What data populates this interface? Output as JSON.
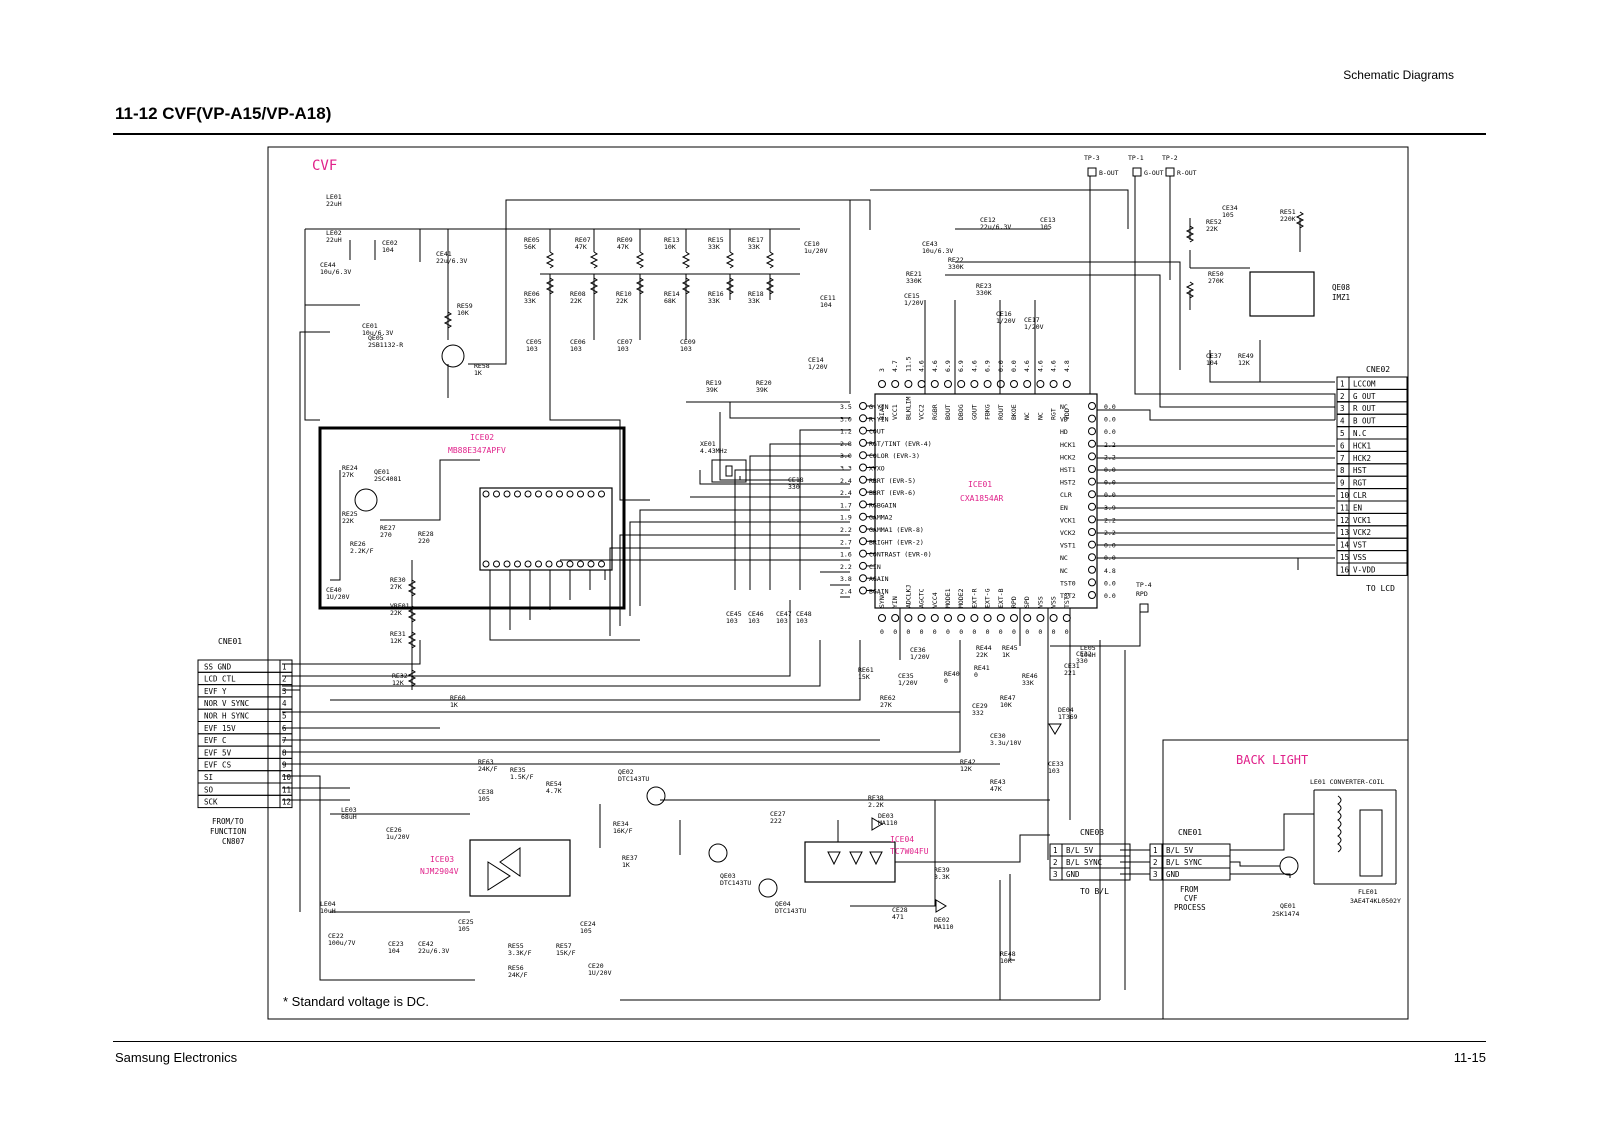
{
  "header": {
    "section_label": "Schematic Diagrams",
    "title": "11-12   CVF(VP-A15/VP-A18)"
  },
  "footer": {
    "company": "Samsung Electronics",
    "page": "11-15"
  },
  "diagram": {
    "block_title": "CVF",
    "note": "* Standard voltage is DC.",
    "ics": {
      "ice01": {
        "ref": "ICE01",
        "part": "CXA1854AR"
      },
      "ice02": {
        "ref": "ICE02",
        "part": "MB88E347APFV"
      },
      "ice03": {
        "ref": "ICE03",
        "part": "NJM2904V"
      },
      "ice04": {
        "ref": "ICE04",
        "part": "TC7W04FU"
      },
      "qe08": {
        "ref": "QE08",
        "part": "IMZ1"
      }
    },
    "ice01_left_pins": [
      {
        "v": "3.5",
        "name": "G-YIN"
      },
      {
        "v": "3.0",
        "name": "R-YIN"
      },
      {
        "v": "1.2",
        "name": "COUT"
      },
      {
        "v": "2.8",
        "name": "RGT/TINT  (EVR-4)"
      },
      {
        "v": "3.0",
        "name": "COLOR  (EVR-3)"
      },
      {
        "v": "3.3",
        "name": "XVXO"
      },
      {
        "v": "2.4",
        "name": "RBRT  (EVR-5)"
      },
      {
        "v": "2.4",
        "name": "BBRT  (EVR-6)"
      },
      {
        "v": "1.7",
        "name": "RGBGAIN"
      },
      {
        "v": "1.9",
        "name": "GAMMA2"
      },
      {
        "v": "2.2",
        "name": "GAMMA1  (EVR-8)"
      },
      {
        "v": "2.7",
        "name": "BRIGHT  (EVR-2)"
      },
      {
        "v": "1.6",
        "name": "CONTRAST  (EVR-0)"
      },
      {
        "v": "2.2",
        "name": "CIN"
      },
      {
        "v": "3.8",
        "name": "AGAIN"
      },
      {
        "v": "2.4",
        "name": "BGAIN"
      }
    ],
    "ice01_right_pins": [
      {
        "name": "NC",
        "v": "0.0"
      },
      {
        "name": "VD",
        "v": "0.0"
      },
      {
        "name": "HD",
        "v": "0.0"
      },
      {
        "name": "HCK1",
        "v": "2.2"
      },
      {
        "name": "HCK2",
        "v": "2.2"
      },
      {
        "name": "HST1",
        "v": "0.0"
      },
      {
        "name": "HST2",
        "v": "0.0"
      },
      {
        "name": "CLR",
        "v": "0.0"
      },
      {
        "name": "EN",
        "v": "3.9"
      },
      {
        "name": "VCK1",
        "v": "2.2"
      },
      {
        "name": "VCK2",
        "v": "2.2"
      },
      {
        "name": "VST1",
        "v": "0.0"
      },
      {
        "name": "NC",
        "v": "0.0"
      },
      {
        "name": "NC",
        "v": "4.8"
      },
      {
        "name": "TST0",
        "v": "0.0"
      },
      {
        "name": "TST2",
        "v": "0.0"
      }
    ],
    "ice01_top_pins": [
      {
        "v": "3",
        "name": "BIAS"
      },
      {
        "v": "4.7",
        "name": "VCC1"
      },
      {
        "v": "11.5",
        "name": "BLKLIM"
      },
      {
        "v": "4.6",
        "name": "VCC2"
      },
      {
        "v": "4.6",
        "name": "RGBR"
      },
      {
        "v": "6.9",
        "name": "BOUT"
      },
      {
        "v": "6.9",
        "name": "DBOG"
      },
      {
        "v": "4.6",
        "name": "GOUT"
      },
      {
        "v": "6.9",
        "name": "FBKG"
      },
      {
        "v": "0.0",
        "name": "ROUT"
      },
      {
        "v": "0.0",
        "name": "BKOE"
      },
      {
        "v": "4.6",
        "name": "NC"
      },
      {
        "v": "4.6",
        "name": "NC"
      },
      {
        "v": "4.6",
        "name": "RGT"
      },
      {
        "v": "4.8",
        "name": "VDD"
      }
    ],
    "ice01_bottom_pins": [
      {
        "v": "0",
        "name": "SYNC"
      },
      {
        "v": "0",
        "name": "YIN"
      },
      {
        "v": "0",
        "name": "ADCLKJ"
      },
      {
        "v": "0",
        "name": "AGCTC"
      },
      {
        "v": "0",
        "name": "VCC4"
      },
      {
        "v": "0",
        "name": "MODE1"
      },
      {
        "v": "0",
        "name": "MODE2"
      },
      {
        "v": "0",
        "name": "EXT-R"
      },
      {
        "v": "0",
        "name": "EXT-G"
      },
      {
        "v": "0",
        "name": "EXT-B"
      },
      {
        "v": "0",
        "name": "RPD"
      },
      {
        "v": "0",
        "name": "SPD"
      },
      {
        "v": "0",
        "name": "VSS"
      },
      {
        "v": "0",
        "name": "VSS"
      },
      {
        "v": "0",
        "name": "TST3"
      }
    ],
    "cne01": {
      "title": "CNE01",
      "from_label": "FROM/TO\nFUNCTION\nCN807",
      "pins": [
        {
          "n": "1",
          "name": "SS GND"
        },
        {
          "n": "2",
          "name": "LCD CTL"
        },
        {
          "n": "3",
          "name": "EVF Y"
        },
        {
          "n": "4",
          "name": "NOR V SYNC"
        },
        {
          "n": "5",
          "name": "NOR H SYNC"
        },
        {
          "n": "6",
          "name": "EVF 15V"
        },
        {
          "n": "7",
          "name": "EVF C"
        },
        {
          "n": "8",
          "name": "EVF 5V"
        },
        {
          "n": "9",
          "name": "EVF CS"
        },
        {
          "n": "10",
          "name": "SI"
        },
        {
          "n": "11",
          "name": "SO"
        },
        {
          "n": "12",
          "name": "SCK"
        }
      ]
    },
    "cne02": {
      "title": "CNE02",
      "to_label": "TO LCD",
      "pins": [
        {
          "n": "1",
          "name": "LCCOM"
        },
        {
          "n": "2",
          "name": "G OUT"
        },
        {
          "n": "3",
          "name": "R OUT"
        },
        {
          "n": "4",
          "name": "B OUT"
        },
        {
          "n": "5",
          "name": "N.C"
        },
        {
          "n": "6",
          "name": "HCK1"
        },
        {
          "n": "7",
          "name": "HCK2"
        },
        {
          "n": "8",
          "name": "HST"
        },
        {
          "n": "9",
          "name": "RGT"
        },
        {
          "n": "10",
          "name": "CLR"
        },
        {
          "n": "11",
          "name": "EN"
        },
        {
          "n": "12",
          "name": "VCK1"
        },
        {
          "n": "13",
          "name": "VCK2"
        },
        {
          "n": "14",
          "name": "VST"
        },
        {
          "n": "15",
          "name": "VSS"
        },
        {
          "n": "16",
          "name": "V-VDD"
        }
      ]
    },
    "cne03": {
      "title": "CNE03",
      "to_label": "TO B/L",
      "pins": [
        {
          "n": "1",
          "name": "B/L 5V"
        },
        {
          "n": "2",
          "name": "B/L SYNC"
        },
        {
          "n": "3",
          "name": "GND"
        }
      ]
    },
    "backlight": {
      "title": "BACK LIGHT",
      "cne01_title": "CNE01",
      "from_label": "FROM\nCVF\nPROCESS",
      "pins": [
        {
          "n": "1",
          "name": "B/L 5V"
        },
        {
          "n": "2",
          "name": "B/L SYNC"
        },
        {
          "n": "3",
          "name": "GND"
        }
      ],
      "le01": "LE01  CONVERTER-COIL",
      "qe01": "QE01\n2SK1474",
      "fle01": "FLE01\n3AE4T4KL0502Y"
    },
    "test_points": [
      {
        "name": "TP-3",
        "label": "B-OUT"
      },
      {
        "name": "TP-1",
        "label": "G-OUT"
      },
      {
        "name": "TP-2",
        "label": "R-OUT"
      },
      {
        "name": "TP-4",
        "label": "RPD"
      }
    ],
    "components": [
      {
        "ref": "LE01",
        "val": "22uH"
      },
      {
        "ref": "LE02",
        "val": "22uH"
      },
      {
        "ref": "CE02",
        "val": "104"
      },
      {
        "ref": "CE44",
        "val": "10u/6.3V"
      },
      {
        "ref": "CE41",
        "val": "22u/6.3V"
      },
      {
        "ref": "CE01",
        "val": "10u/6.3V"
      },
      {
        "ref": "RE59",
        "val": "10K"
      },
      {
        "ref": "QE05",
        "val": "2SB1132-R"
      },
      {
        "ref": "RE58",
        "val": "1K"
      },
      {
        "ref": "RE05",
        "val": "56K"
      },
      {
        "ref": "RE06",
        "val": "33K"
      },
      {
        "ref": "RE07",
        "val": "47K"
      },
      {
        "ref": "RE08",
        "val": "22K"
      },
      {
        "ref": "RE09",
        "val": "47K"
      },
      {
        "ref": "RE10",
        "val": "22K"
      },
      {
        "ref": "RE13",
        "val": "10K"
      },
      {
        "ref": "RE14",
        "val": "68K"
      },
      {
        "ref": "RE15",
        "val": "33K"
      },
      {
        "ref": "RE16",
        "val": "33K"
      },
      {
        "ref": "RE17",
        "val": "33K"
      },
      {
        "ref": "RE18",
        "val": "33K"
      },
      {
        "ref": "CE10",
        "val": "1u/20V"
      },
      {
        "ref": "CE11",
        "val": "104"
      },
      {
        "ref": "CE05",
        "val": "103"
      },
      {
        "ref": "CE06",
        "val": "103"
      },
      {
        "ref": "CE07",
        "val": "103"
      },
      {
        "ref": "CE09",
        "val": "103"
      },
      {
        "ref": "RE19",
        "val": "39K"
      },
      {
        "ref": "RE20",
        "val": "39K"
      },
      {
        "ref": "CE43",
        "val": "10u/6.3V"
      },
      {
        "ref": "CE12",
        "val": "22u/6.3V"
      },
      {
        "ref": "CE13",
        "val": "105"
      },
      {
        "ref": "RE22",
        "val": "330K"
      },
      {
        "ref": "RE21",
        "val": "330K"
      },
      {
        "ref": "RE23",
        "val": "330K"
      },
      {
        "ref": "CE15",
        "val": "1/20V"
      },
      {
        "ref": "CE16",
        "val": "1/20V"
      },
      {
        "ref": "CE17",
        "val": "1/20V"
      },
      {
        "ref": "CE14",
        "val": "1/20V"
      },
      {
        "ref": "XE01",
        "val": "4.43MHz"
      },
      {
        "ref": "CE18",
        "val": "330"
      },
      {
        "ref": "CE45",
        "val": "103"
      },
      {
        "ref": "CE46",
        "val": "103"
      },
      {
        "ref": "CE47",
        "val": "103"
      },
      {
        "ref": "CE48",
        "val": "103"
      },
      {
        "ref": "CE34",
        "val": "105"
      },
      {
        "ref": "RE52",
        "val": "22K"
      },
      {
        "ref": "RE51",
        "val": "220K"
      },
      {
        "ref": "RE50",
        "val": "270K"
      },
      {
        "ref": "CE37",
        "val": "104"
      },
      {
        "ref": "RE49",
        "val": "12K"
      },
      {
        "ref": "RE24",
        "val": "27K"
      },
      {
        "ref": "QE01",
        "val": "2SC4081"
      },
      {
        "ref": "RE25",
        "val": "22K"
      },
      {
        "ref": "RE26",
        "val": "2.2K/F"
      },
      {
        "ref": "RE27",
        "val": "270"
      },
      {
        "ref": "RE28",
        "val": "220"
      },
      {
        "ref": "CE40",
        "val": "1U/20V"
      },
      {
        "ref": "RE30",
        "val": "27K"
      },
      {
        "ref": "VRE01",
        "val": "22K"
      },
      {
        "ref": "RE31",
        "val": "12K"
      },
      {
        "ref": "RE32",
        "val": "12K"
      },
      {
        "ref": "RE60",
        "val": "1K"
      },
      {
        "ref": "RE61",
        "val": "15K"
      },
      {
        "ref": "CE35",
        "val": "1/20V"
      },
      {
        "ref": "CE36",
        "val": "1/20V"
      },
      {
        "ref": "RE40",
        "val": "0"
      },
      {
        "ref": "RE41",
        "val": "0"
      },
      {
        "ref": "RE44",
        "val": "22K"
      },
      {
        "ref": "RE45",
        "val": "1K"
      },
      {
        "ref": "RE46",
        "val": "33K"
      },
      {
        "ref": "RE47",
        "val": "10K"
      },
      {
        "ref": "CE29",
        "val": "332"
      },
      {
        "ref": "CE31",
        "val": "221"
      },
      {
        "ref": "CE32",
        "val": "330"
      },
      {
        "ref": "LE05",
        "val": "10uH"
      },
      {
        "ref": "DE04",
        "val": "1T369"
      },
      {
        "ref": "CE30",
        "val": "3.3u/10V"
      },
      {
        "ref": "CE33",
        "val": "103"
      },
      {
        "ref": "RE42",
        "val": "12K"
      },
      {
        "ref": "RE43",
        "val": "47K"
      },
      {
        "ref": "RE62",
        "val": "27K"
      },
      {
        "ref": "RE63",
        "val": "24K/F"
      },
      {
        "ref": "RE35",
        "val": "1.5K/F"
      },
      {
        "ref": "CE38",
        "val": "105"
      },
      {
        "ref": "RE54",
        "val": "4.7K"
      },
      {
        "ref": "QE02",
        "val": "DTC143TU"
      },
      {
        "ref": "RE34",
        "val": "16K/F"
      },
      {
        "ref": "RE37",
        "val": "1K"
      },
      {
        "ref": "CE27",
        "val": "222"
      },
      {
        "ref": "RE38",
        "val": "2.2K"
      },
      {
        "ref": "DE03",
        "val": "MA110"
      },
      {
        "ref": "QE03",
        "val": "DTC143TU"
      },
      {
        "ref": "QE04",
        "val": "DTC143TU"
      },
      {
        "ref": "RE39",
        "val": "3.3K"
      },
      {
        "ref": "CE28",
        "val": "471"
      },
      {
        "ref": "DE02",
        "val": "MA110"
      },
      {
        "ref": "LE03",
        "val": "68uH"
      },
      {
        "ref": "CE26",
        "val": "1u/20V"
      },
      {
        "ref": "CE25",
        "val": "105"
      },
      {
        "ref": "CE24",
        "val": "105"
      },
      {
        "ref": "RE55",
        "val": "3.3K/F"
      },
      {
        "ref": "RE57",
        "val": "15K/F"
      },
      {
        "ref": "RE56",
        "val": "24K/F"
      },
      {
        "ref": "LE04",
        "val": "10uH"
      },
      {
        "ref": "CE22",
        "val": "100u/7V"
      },
      {
        "ref": "CE23",
        "val": "104"
      },
      {
        "ref": "CE42",
        "val": "22u/6.3V"
      },
      {
        "ref": "CE20",
        "val": "1U/20V"
      },
      {
        "ref": "RE48",
        "val": "10K"
      }
    ]
  }
}
